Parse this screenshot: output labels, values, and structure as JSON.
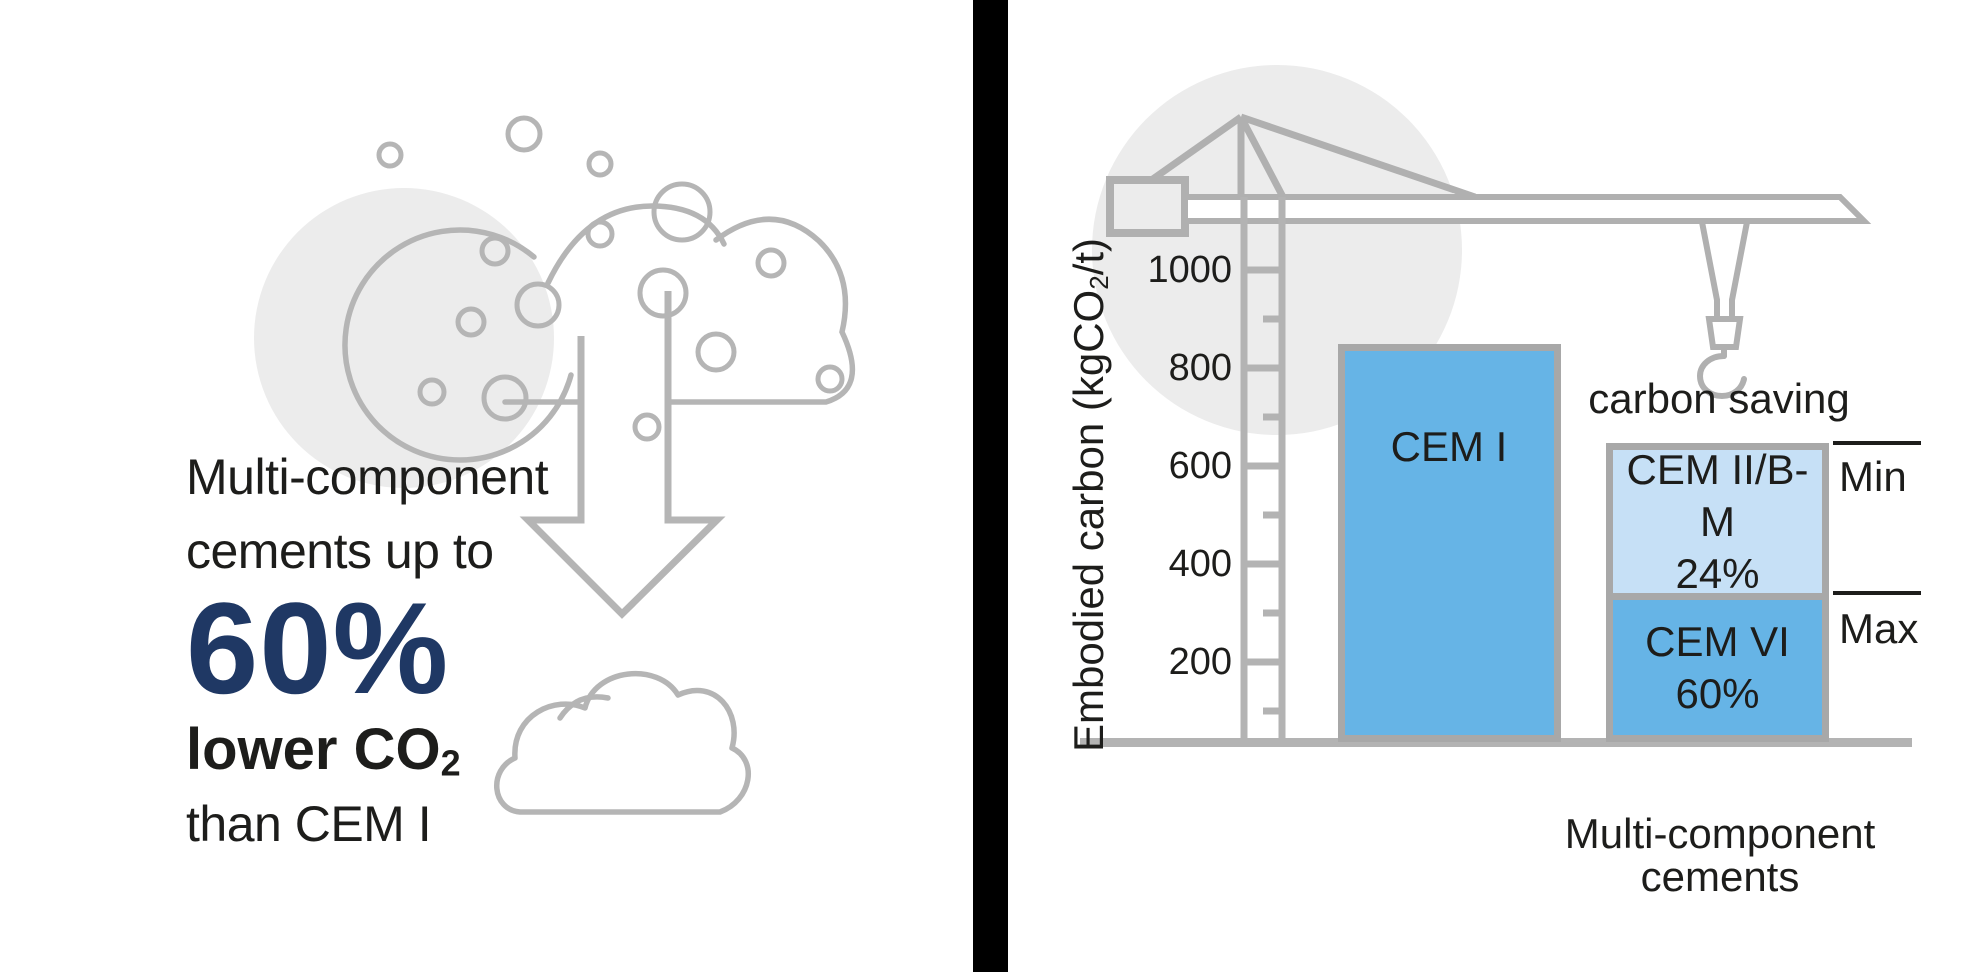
{
  "left_panel": {
    "headline_line1": "Multi-component",
    "headline_line2": "cements up to",
    "highlight_value": "60%",
    "lower_prefix": "lower CO",
    "lower_sub": "2",
    "comparison_line": "than CEM I",
    "accent_color": "#1f3864",
    "icon": "co2-cloud-down-arrows-icon"
  },
  "right_panel": {
    "y_axis_label_prefix": "Embodied carbon (kgCO",
    "y_axis_label_sub": "2",
    "y_axis_label_suffix": "/t)",
    "y_ticks": [
      1000,
      800,
      600,
      400,
      200
    ],
    "annotation": "carbon saving",
    "cem1_label": "CEM I",
    "segment_min_label": "CEM II/B-M",
    "segment_min_pct": "24%",
    "segment_max_label": "CEM VI",
    "segment_max_pct": "60%",
    "min_marker": "Min",
    "max_marker": "Max",
    "x_label_line1": "Multi-component",
    "x_label_line2": "cements",
    "icon": "tower-crane-icon"
  },
  "colors": {
    "accent_navy": "#1f3864",
    "bar_blue": "#66b4e6",
    "bar_light_blue": "#c6e0f6",
    "bar_border_gray": "#a8a8a8",
    "outline_gray": "#b3b3b3",
    "background_circle_gray": "#ececec",
    "divider_black": "#000000",
    "text_black": "#1d1d1b"
  },
  "chart_data": {
    "type": "bar",
    "title": "",
    "xlabel": "",
    "ylabel": "Embodied carbon (kgCO2/t)",
    "ylim": [
      0,
      1150
    ],
    "yticks": [
      200,
      400,
      600,
      800,
      1000
    ],
    "grid": false,
    "legend_position": "none",
    "annotation": "carbon saving",
    "categories": [
      "CEM I",
      "Multi-component cements"
    ],
    "bars": [
      {
        "category": "CEM I",
        "label": "CEM I",
        "value": 850
      },
      {
        "category": "Multi-component cements",
        "stacked_range": true,
        "segments": [
          {
            "label": "CEM VI",
            "saving_vs_cem1_pct": 60,
            "top_value": 340,
            "range_marker": "Max"
          },
          {
            "label": "CEM II/B-M",
            "saving_vs_cem1_pct": 24,
            "top_value": 646,
            "range_marker": "Min"
          }
        ]
      }
    ]
  }
}
